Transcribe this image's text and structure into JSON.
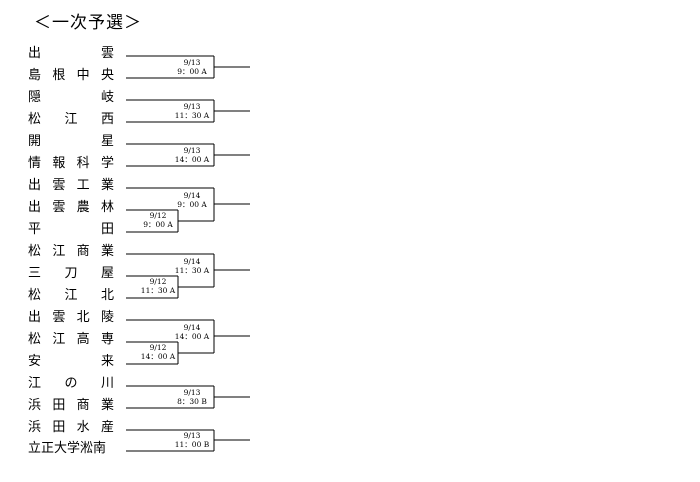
{
  "title": "＜一次予選＞",
  "teams": [
    {
      "chars": [
        "出",
        "雲"
      ]
    },
    {
      "chars": [
        "島",
        "根",
        "中",
        "央"
      ]
    },
    {
      "chars": [
        "隠",
        "岐"
      ]
    },
    {
      "chars": [
        "松",
        "江",
        "西"
      ]
    },
    {
      "chars": [
        "開",
        "星"
      ]
    },
    {
      "chars": [
        "情",
        "報",
        "科",
        "学"
      ]
    },
    {
      "chars": [
        "出",
        "雲",
        "工",
        "業"
      ]
    },
    {
      "chars": [
        "出",
        "雲",
        "農",
        "林"
      ]
    },
    {
      "chars": [
        "平",
        "田"
      ]
    },
    {
      "chars": [
        "松",
        "江",
        "商",
        "業"
      ]
    },
    {
      "chars": [
        "三",
        "刀",
        "屋"
      ]
    },
    {
      "chars": [
        "松",
        "江",
        "北"
      ]
    },
    {
      "chars": [
        "出",
        "雲",
        "北",
        "陵"
      ]
    },
    {
      "chars": [
        "松",
        "江",
        "高",
        "専"
      ]
    },
    {
      "chars": [
        "安",
        "来"
      ]
    },
    {
      "chars": [
        "江",
        "の",
        "川"
      ]
    },
    {
      "chars": [
        "浜",
        "田",
        "商",
        "業"
      ]
    },
    {
      "chars": [
        "浜",
        "田",
        "水",
        "産"
      ]
    },
    {
      "chars": [
        "立正大学淞南"
      ]
    }
  ],
  "matches": [
    {
      "date": "9/13",
      "time": "9：00 A"
    },
    {
      "date": "9/13",
      "time": "11：30 A"
    },
    {
      "date": "9/13",
      "time": "14：00 A"
    },
    {
      "date": "9/14",
      "time": "9：00 A"
    },
    {
      "date": "9/12",
      "time": "9：00 A"
    },
    {
      "date": "9/14",
      "time": "11：30 A"
    },
    {
      "date": "9/12",
      "time": "11：30 A"
    },
    {
      "date": "9/14",
      "time": "14：00 A"
    },
    {
      "date": "9/12",
      "time": "14：00 A"
    },
    {
      "date": "9/13",
      "time": "8：30 B"
    },
    {
      "date": "9/13",
      "time": "11：00 B"
    }
  ]
}
